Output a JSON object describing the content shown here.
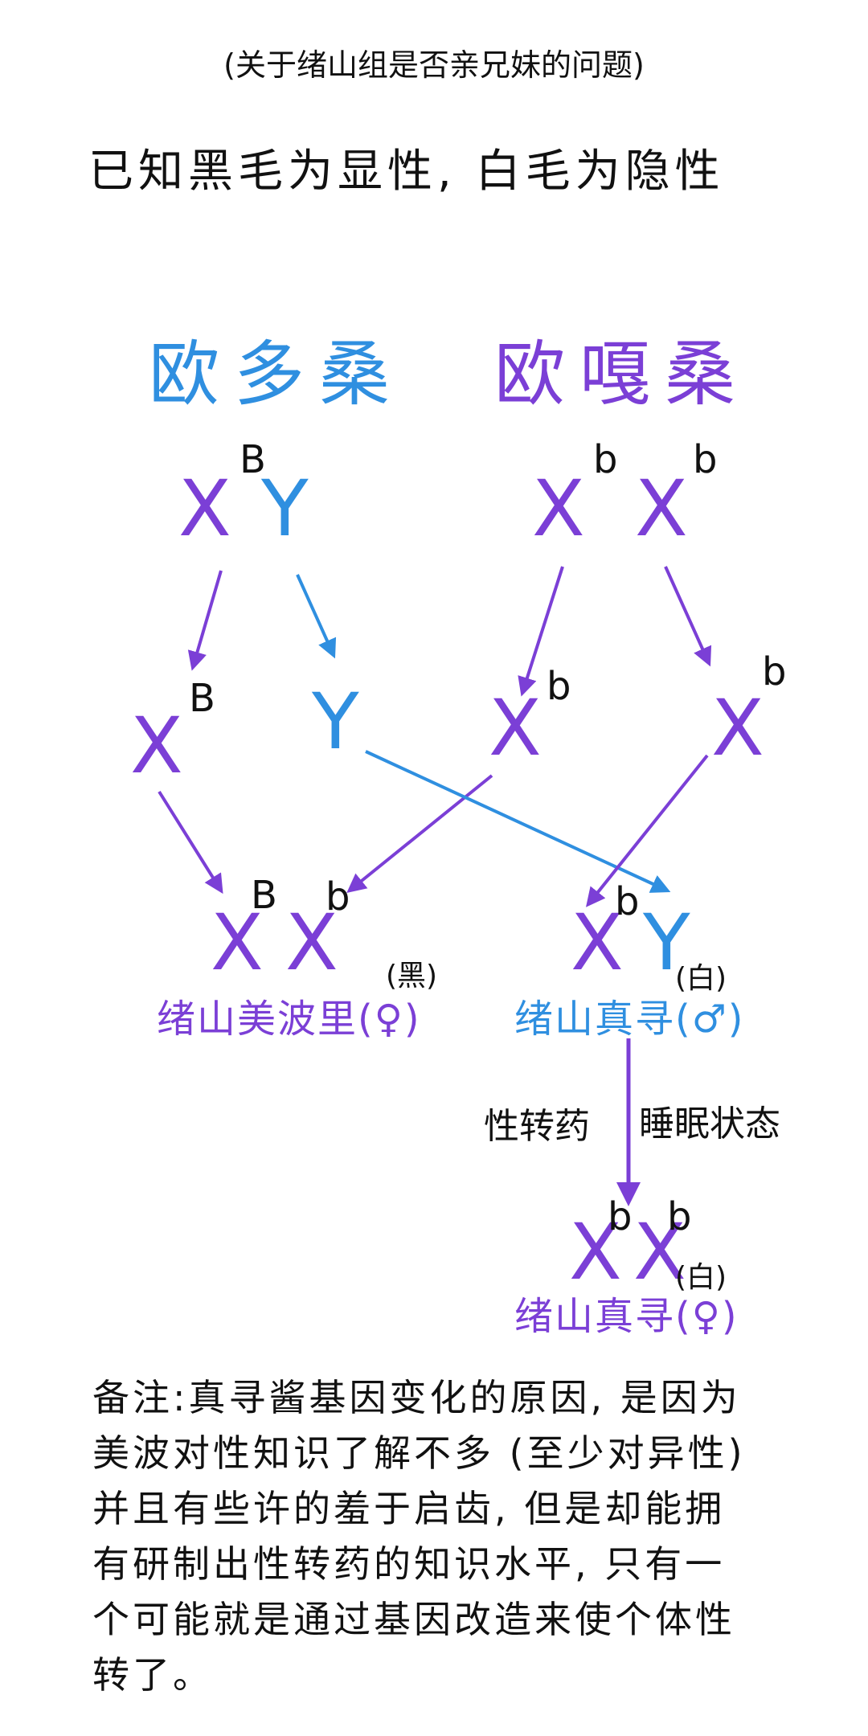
{
  "subtitle": "(关于绪山组是否亲兄妹的问题)",
  "premise": "已知黑毛为显性, 白毛为隐性",
  "colors": {
    "purple": "#7B3FD6",
    "blue": "#2F8FE0",
    "text": "#111111"
  },
  "parents": {
    "left": "欧多桑",
    "right": "欧嘎桑"
  },
  "father": {
    "chromosomes": [
      "X",
      "Y"
    ],
    "allele": "B"
  },
  "mother": {
    "chromosomes": [
      "X",
      "X"
    ],
    "alleles": [
      "b",
      "b"
    ]
  },
  "gametes": [
    {
      "chromosome": "X",
      "allele": "B"
    },
    {
      "chromosome": "Y",
      "allele": ""
    },
    {
      "chromosome": "X",
      "allele": "b"
    },
    {
      "chromosome": "X",
      "allele": "b"
    }
  ],
  "children": {
    "mihari": {
      "genotype": [
        "X",
        "X"
      ],
      "alleles": [
        "B",
        "b"
      ],
      "phenotype": "(黑)",
      "name": "绪山美波里(♀)"
    },
    "mahiro_before": {
      "genotype": [
        "X",
        "Y"
      ],
      "alleles": [
        "b"
      ],
      "phenotype": "(白)",
      "name": "绪山真寻(♂)"
    },
    "mahiro_after": {
      "genotype": [
        "X",
        "X"
      ],
      "alleles": [
        "b",
        "b"
      ],
      "phenotype": "(白)",
      "name": "绪山真寻(♀)"
    }
  },
  "transition": {
    "left_label": "性转药",
    "right_label": "睡眠状态"
  },
  "note": [
    "备注:真寻酱基因变化的原因, 是因为",
    "美波对性知识了解不多 (至少对异性)",
    "并且有些许的羞于启齿, 但是却能拥",
    "有研制出性转药的知识水平, 只有一",
    "个可能就是通过基因改造来使个体性",
    "转了。"
  ]
}
